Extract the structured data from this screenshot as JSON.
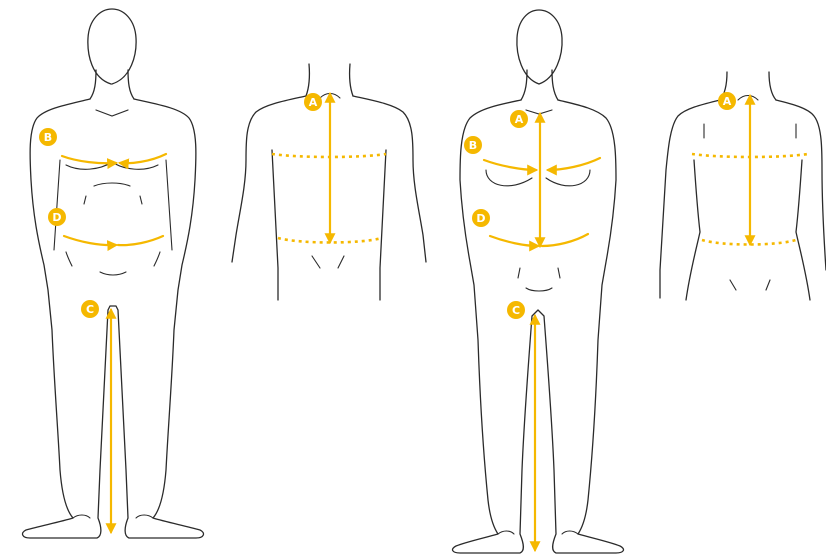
{
  "accent_color": "#f5b800",
  "figures": [
    {
      "name": "male-front",
      "view": "front",
      "markers": [
        "B",
        "D",
        "C"
      ]
    },
    {
      "name": "male-back",
      "view": "back",
      "markers": [
        "A"
      ]
    },
    {
      "name": "female-front",
      "view": "front",
      "markers": [
        "A",
        "B",
        "D",
        "C"
      ]
    },
    {
      "name": "female-back",
      "view": "back",
      "markers": [
        "A"
      ]
    }
  ],
  "markers": {
    "A": "A",
    "B": "B",
    "C": "C",
    "D": "D"
  }
}
